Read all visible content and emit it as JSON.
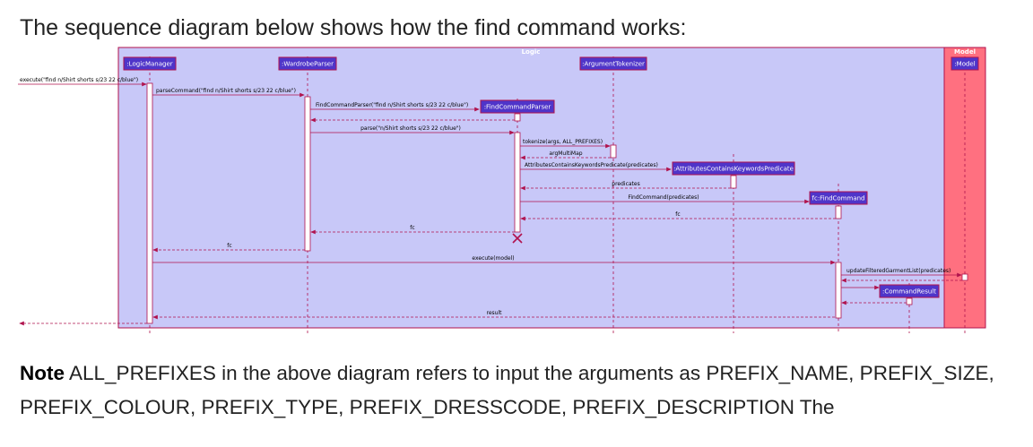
{
  "heading": "The sequence diagram below shows how the find command works:",
  "diagram": {
    "logic_label": "Logic",
    "model_label": "Model",
    "participants": [
      {
        "id": "lm",
        "label": ":LogicManager"
      },
      {
        "id": "wp",
        "label": ":WardrobeParser"
      },
      {
        "id": "at",
        "label": ":ArgumentTokenizer"
      },
      {
        "id": "fcp",
        "label": ":FindCommandParser"
      },
      {
        "id": "acp",
        "label": ":AttributesContainsKeywordsPredicate"
      },
      {
        "id": "fc",
        "label": "fc:FindCommand"
      },
      {
        "id": "cr",
        "label": ":CommandResult"
      },
      {
        "id": "model",
        "label": ":Model"
      }
    ],
    "messages": [
      "execute(\"find n/Shirt shorts s/23 22 c/blue\")",
      "parseCommand(\"find n/Shirt shorts s/23 22 c/blue\")",
      "FindCommandParser(\"find n/Shirt shorts s/23 22 c/blue\")",
      "parse(\"n/Shirt shorts s/23 22 c/blue\")",
      "tokenize(args, ALL_PREFIXES)",
      "argMultiMap",
      "AttributesContainsKeywordsPredicate(predicates)",
      "predicates",
      "FindCommand(predicates)",
      "fc",
      "fc",
      "fc",
      "execute(model)",
      "updateFilteredGarmentList(predicates)",
      "result"
    ],
    "colors": {
      "logic_bg": "#c8c8f8",
      "model_bg": "#ff7080",
      "box_bg": "#4f35c9",
      "line": "#b0124d"
    }
  },
  "note": {
    "bold": "Note",
    "text": " ALL_PREFIXES in the above diagram refers to input the arguments as PREFIX_NAME, PREFIX_SIZE, PREFIX_COLOUR, PREFIX_TYPE, PREFIX_DRESSCODE, PREFIX_DESCRIPTION The"
  }
}
